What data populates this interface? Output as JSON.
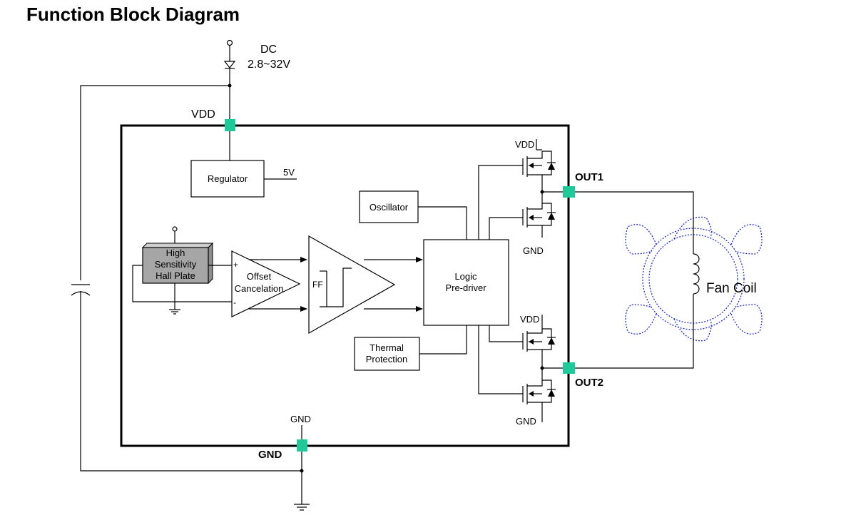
{
  "title": "Function Block Diagram",
  "supply": {
    "label": "DC",
    "voltage": "2.8~32V"
  },
  "pins": {
    "vdd": "VDD",
    "gnd": "GND",
    "out1": "OUT1",
    "out2": "OUT2"
  },
  "blocks": {
    "regulator": "Regulator",
    "regulator_out": "5V",
    "oscillator": "Oscillator",
    "hall_plate": [
      "High",
      "Sensitivity",
      "Hall Plate"
    ],
    "offset_cancelation": [
      "Offset",
      "Cancelation"
    ],
    "flip_flop": "FF",
    "logic_predriver": [
      "Logic",
      "Pre-driver"
    ],
    "thermal_protection": [
      "Thermal",
      "Protection"
    ]
  },
  "driver_labels": {
    "vdd_top": "VDD",
    "gnd_top": "GND",
    "vdd_bottom": "VDD",
    "gnd_bottom": "GND"
  },
  "internal_gnd": "GND",
  "comparator_signs": {
    "plus": "+",
    "minus": "-"
  },
  "fan_coil": "Fan Coil",
  "colors": {
    "pad": "#1fc99a",
    "fan_outline": "#2233cc",
    "hall_fill": "#a6a6a6"
  }
}
